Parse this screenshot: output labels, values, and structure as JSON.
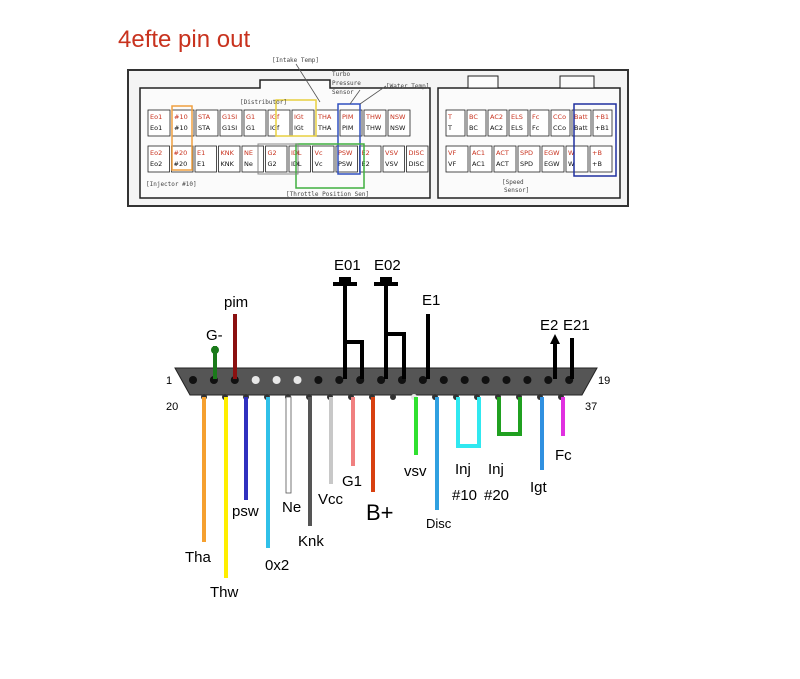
{
  "title": "4efte pin out",
  "ecu_header": {
    "annotations": [
      "[Intake Temp]",
      "Turbo",
      "Pressure",
      "Sensor",
      "[Water Temp]",
      "[Distributor]",
      "[Injector #10]",
      "[Throttle Position Sen]",
      "[Speed",
      "Sensor]"
    ],
    "left_block_top": [
      {
        "code": "Eo1",
        "name": "Eo1"
      },
      {
        "code": "#10",
        "name": "#10"
      },
      {
        "code": "STA",
        "name": "STA"
      },
      {
        "code": "G1SI",
        "name": "G1SI"
      },
      {
        "code": "G1",
        "name": "G1"
      },
      {
        "code": "IGf",
        "name": "IGf"
      },
      {
        "code": "IGt",
        "name": "IGt"
      },
      {
        "code": "THA",
        "name": "THA"
      },
      {
        "code": "PIM",
        "name": "PIM"
      },
      {
        "code": "THW",
        "name": "THW"
      },
      {
        "code": "NSW",
        "name": "NSW"
      }
    ],
    "left_block_bottom": [
      {
        "code": "Eo2",
        "name": "Eo2"
      },
      {
        "code": "#20",
        "name": "#20"
      },
      {
        "code": "E1",
        "name": "E1"
      },
      {
        "code": "KNK",
        "name": "KNK"
      },
      {
        "code": "NE",
        "name": "Ne"
      },
      {
        "code": "G2",
        "name": "G2"
      },
      {
        "code": "IDL",
        "name": "IDL"
      },
      {
        "code": "Vc",
        "name": "Vc"
      },
      {
        "code": "PSW",
        "name": "PSW"
      },
      {
        "code": "E2",
        "name": "E2"
      },
      {
        "code": "VSV",
        "name": "VSV"
      },
      {
        "code": "DISC",
        "name": "DISC"
      }
    ],
    "right_block_top": [
      {
        "code": "T",
        "name": "T"
      },
      {
        "code": "BC",
        "name": "BC"
      },
      {
        "code": "AC2",
        "name": "AC2"
      },
      {
        "code": "ELS",
        "name": "ELS"
      },
      {
        "code": "Fc",
        "name": "Fc"
      },
      {
        "code": "CCo",
        "name": "CCo"
      },
      {
        "code": "Batt",
        "name": "Batt"
      },
      {
        "code": "+B1",
        "name": "+B1"
      }
    ],
    "right_block_bottom": [
      {
        "code": "VF",
        "name": "VF"
      },
      {
        "code": "AC1",
        "name": "AC1"
      },
      {
        "code": "ACT",
        "name": "ACT"
      },
      {
        "code": "SPD",
        "name": "SPD"
      },
      {
        "code": "EGW",
        "name": "EGW"
      },
      {
        "code": "W",
        "name": "W"
      },
      {
        "code": "+B",
        "name": "+B"
      }
    ]
  },
  "connector": {
    "pin_top_first": "1",
    "pin_top_last": "19",
    "pin_bottom_first": "20",
    "pin_bottom_last": "37"
  },
  "wires_top": [
    {
      "label": "G-",
      "color": "#1a7a1a"
    },
    {
      "label": "pim",
      "color": "#8b1010"
    },
    {
      "label": "E01",
      "color": "#000000"
    },
    {
      "label": "E02",
      "color": "#000000"
    },
    {
      "label": "E1",
      "color": "#000000"
    },
    {
      "label": "E2",
      "color": "#000000"
    },
    {
      "label": "E21",
      "color": "#000000"
    }
  ],
  "wires_bottom": [
    {
      "label": "Tha",
      "color": "#f5a030"
    },
    {
      "label": "Thw",
      "color": "#ffee00"
    },
    {
      "label": "psw",
      "color": "#3030c0"
    },
    {
      "label": "0x2",
      "color": "#30c0e8"
    },
    {
      "label": "Ne",
      "color": "#ffffff"
    },
    {
      "label": "Knk",
      "color": "#555555"
    },
    {
      "label": "Vcc",
      "color": "#c8c8c8"
    },
    {
      "label": "G1",
      "color": "#f08080"
    },
    {
      "label": "B+",
      "color": "#d84010"
    },
    {
      "label": "vsv",
      "color": "#30e030"
    },
    {
      "label": "Disc",
      "color": "#30a0e0"
    },
    {
      "label": "Inj",
      "color": "#30e8f0"
    },
    {
      "label": "#10",
      "color": "#30e8f0"
    },
    {
      "label": "Inj",
      "color": "#20a020"
    },
    {
      "label": "#20",
      "color": "#20a020"
    },
    {
      "label": "Igt",
      "color": "#3090e0"
    },
    {
      "label": "Fc",
      "color": "#e030e0"
    }
  ]
}
